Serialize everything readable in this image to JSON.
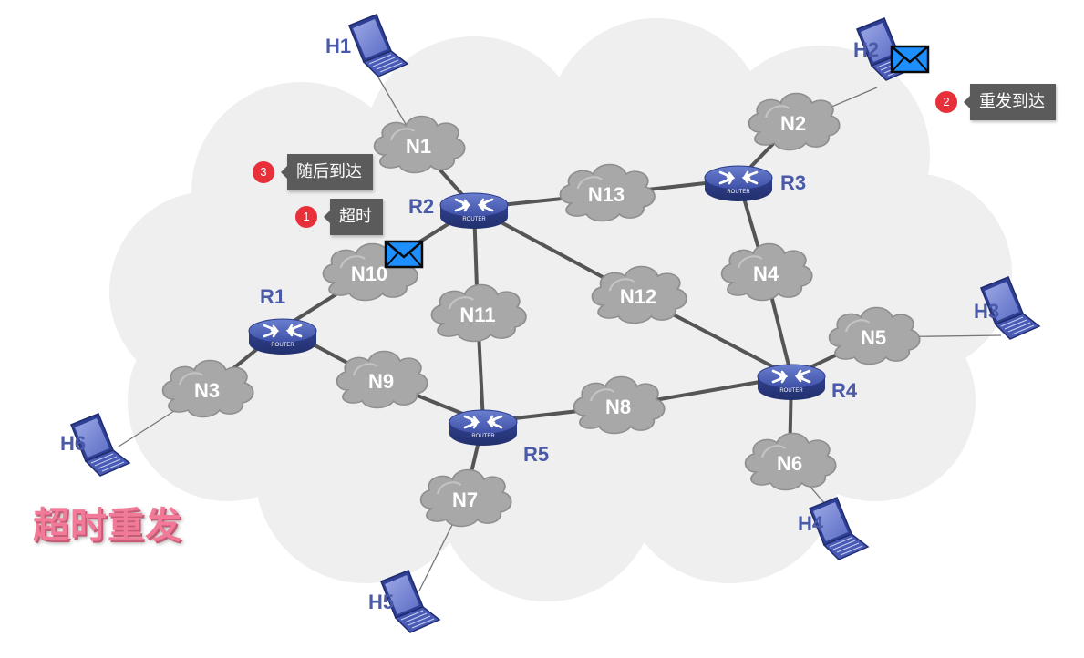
{
  "title": "超时重发",
  "callouts": [
    {
      "num": "1",
      "text": "超时"
    },
    {
      "num": "2",
      "text": "重发到达"
    },
    {
      "num": "3",
      "text": "随后到达"
    }
  ],
  "routers": {
    "R1": {
      "label": "R1",
      "tag": "ROUTER"
    },
    "R2": {
      "label": "R2",
      "tag": "ROUTER"
    },
    "R3": {
      "label": "R3",
      "tag": "ROUTER"
    },
    "R4": {
      "label": "R4",
      "tag": "ROUTER"
    },
    "R5": {
      "label": "R5",
      "tag": "ROUTER"
    }
  },
  "networks": [
    "N1",
    "N2",
    "N3",
    "N4",
    "N5",
    "N6",
    "N7",
    "N8",
    "N9",
    "N10",
    "N11",
    "N12",
    "N13"
  ],
  "hosts": [
    "H1",
    "H2",
    "H3",
    "H4",
    "H5",
    "H6"
  ],
  "colors": {
    "router": "#3a4ea3",
    "label": "#4a5aa8",
    "cloud": "#a6a6a6",
    "background_cloud": "#efefef",
    "link": "#555555",
    "badge": "#e8303a",
    "callout": "#5b5b5b",
    "title": "#f07a98",
    "envelope": "#1e90ff"
  },
  "icons": [
    "router-icon",
    "laptop-icon",
    "cloud-icon",
    "envelope-icon"
  ]
}
